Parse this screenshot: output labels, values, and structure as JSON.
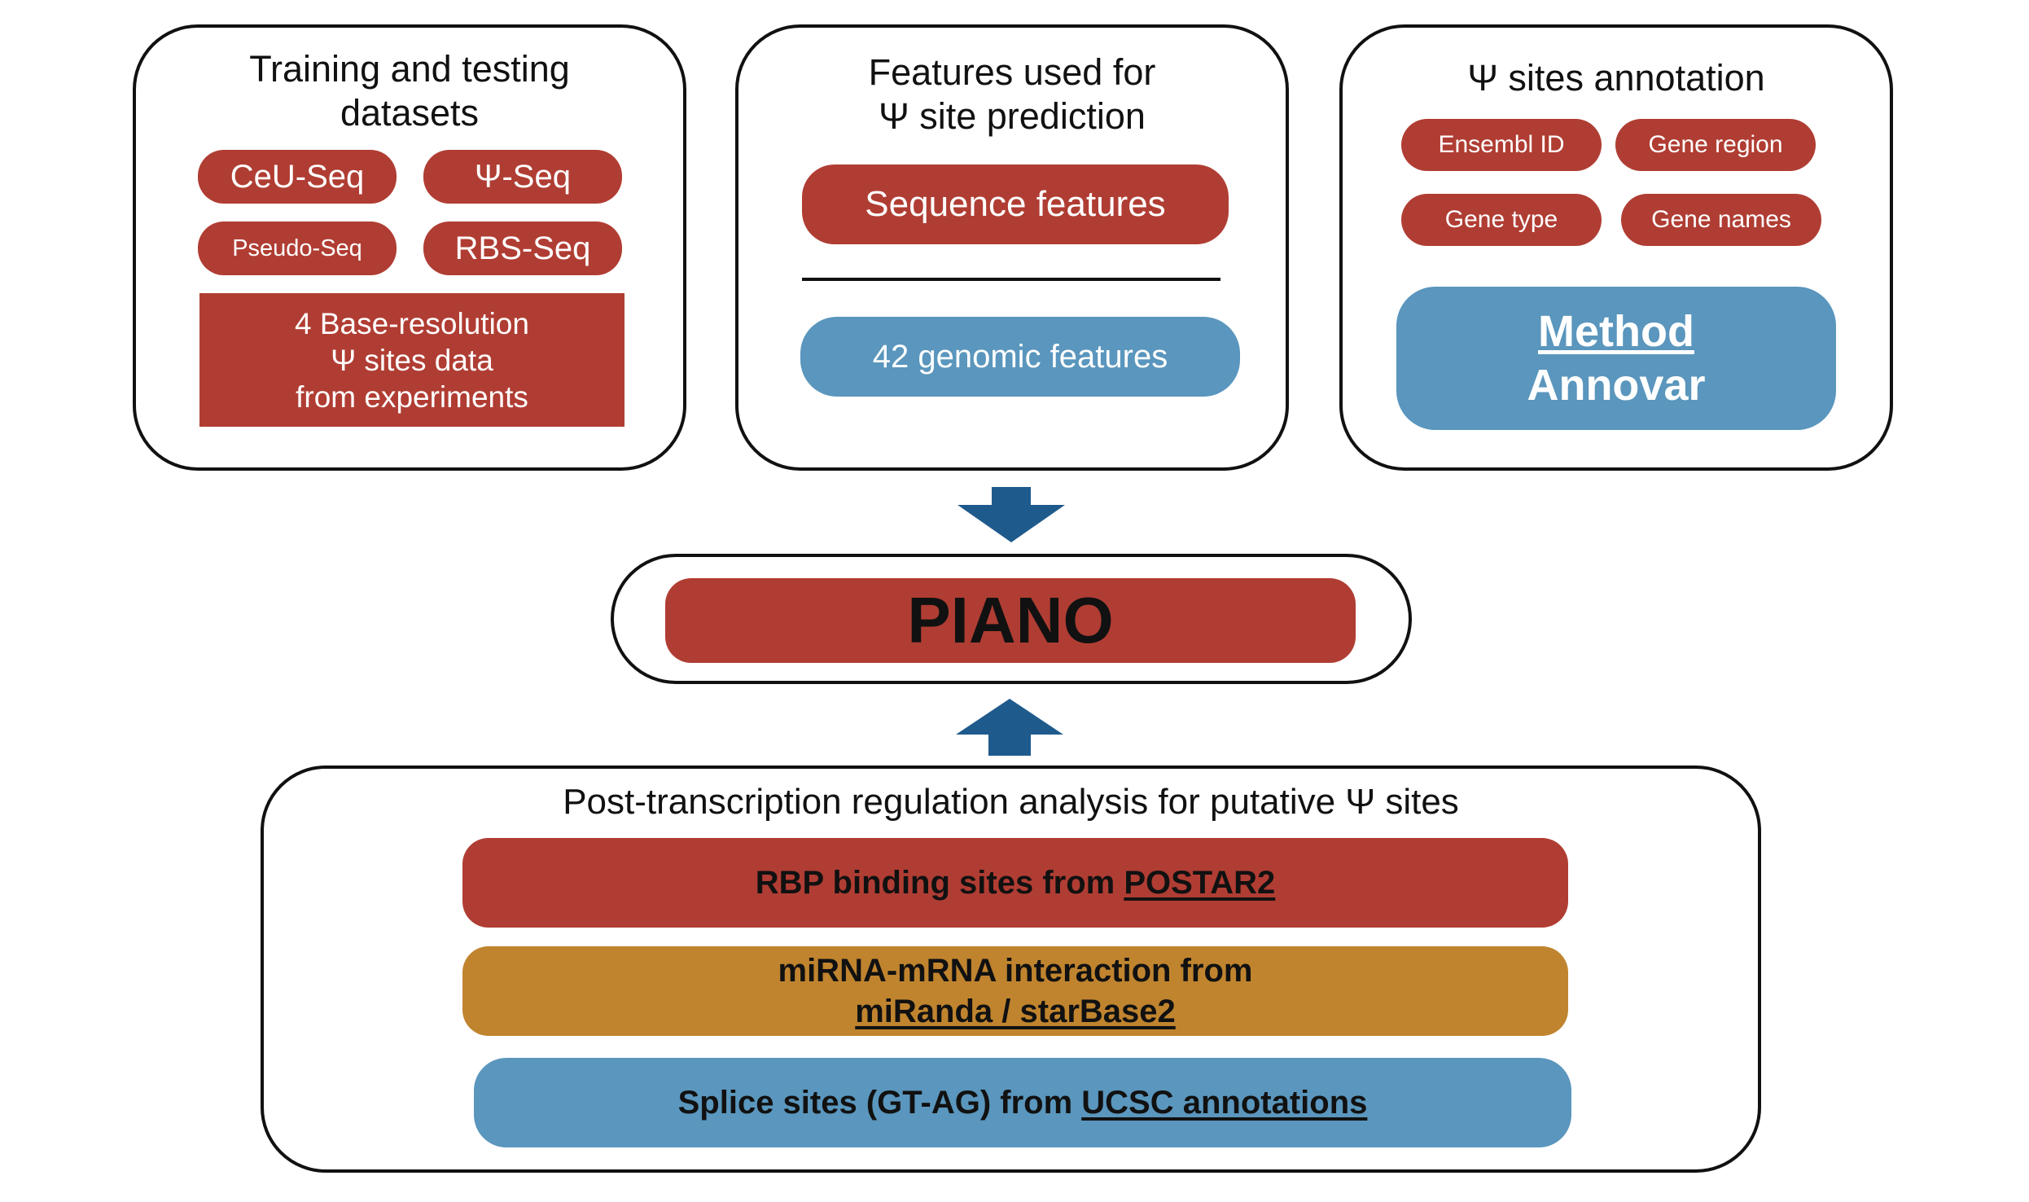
{
  "panels": {
    "datasets": {
      "title_line1": "Training and testing",
      "title_line2": "datasets",
      "tags": [
        "CeU-Seq",
        "Ψ-Seq",
        "Pseudo-Seq",
        "RBS-Seq"
      ],
      "summary_line1": "4 Base-resolution",
      "summary_line2": "Ψ sites data",
      "summary_line3": "from experiments"
    },
    "features": {
      "title_line1": "Features used for",
      "title_line2": "Ψ site prediction",
      "sequence": "Sequence features",
      "genomic": "42 genomic features"
    },
    "annotation": {
      "title": "Ψ sites annotation",
      "tags": [
        "Ensembl ID",
        "Gene region",
        "Gene type",
        "Gene names"
      ],
      "method_line1": "Method",
      "method_line2": "Annovar"
    }
  },
  "center": {
    "label": "PIANO"
  },
  "analysis": {
    "title": "Post-transcription regulation analysis for putative Ψ sites",
    "rbp_prefix": "RBP binding sites from ",
    "rbp_source": "POSTAR2",
    "mirna_line1": "miRNA-mRNA interaction from",
    "mirna_source": "miRanda / starBase2",
    "splice_prefix": "Splice sites (GT-AG) from ",
    "splice_source": "UCSC annotations"
  },
  "colors": {
    "red": "#b03d33",
    "blue": "#5a96bd",
    "gold": "#c0842f",
    "arrow": "#1f5a8c"
  }
}
